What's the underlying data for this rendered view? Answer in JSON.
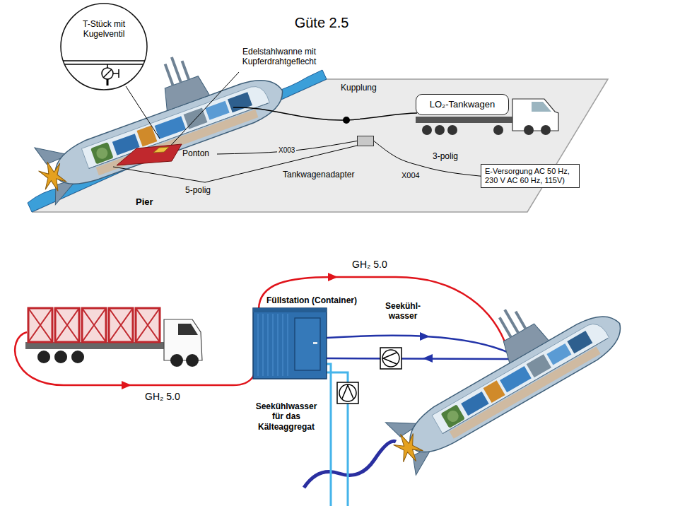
{
  "diagram": {
    "title": "Güte 2.5",
    "nodes": [
      {
        "text": [
          "T-Stück mit Kugelventil"
        ]
      },
      {
        "text": [
          "Ponton"
        ]
      },
      {
        "text": [
          "LO₂-Tankwagen"
        ]
      },
      {
        "text": [
          "Tankwagenadapter"
        ]
      },
      {
        "text": [
          "E-Versorgung AC 50 Hz, 230 V AC 60 Hz, 115V)"
        ]
      },
      {
        "text": [
          "Füllstation (Container)"
        ]
      }
    ],
    "edges": [
      {
        "from": 1,
        "to": 3,
        "label": "X003",
        "arrow": "none"
      },
      {
        "from": 3,
        "to": 4,
        "label": "X004",
        "arrow": "none"
      }
    ],
    "labels": [
      "Edelstahlwanne mit Kupferdrahtgeflecht",
      "Kupplung",
      "5-polig",
      "3-polig",
      "Pier",
      "GH₂ 5.0",
      "Seekühl- wasser",
      "GH₂ 5.0",
      "Seekühlwasser für das Kälteaggregat"
    ]
  }
}
